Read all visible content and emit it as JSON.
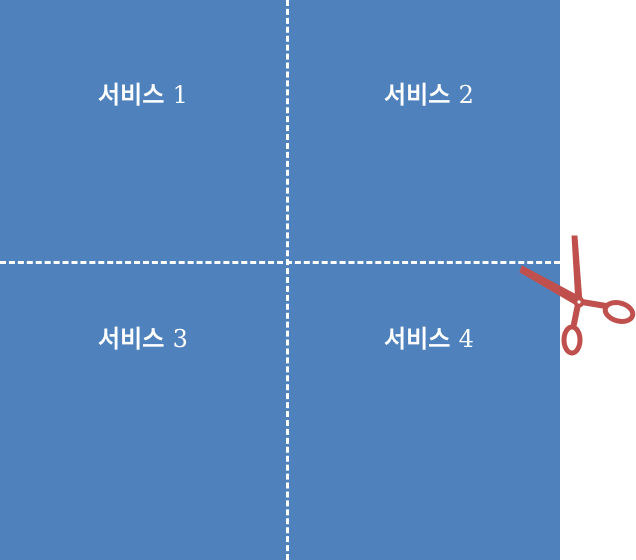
{
  "cells": [
    {
      "word": "서비스",
      "number": "1"
    },
    {
      "word": "서비스",
      "number": "2"
    },
    {
      "word": "서비스",
      "number": "3"
    },
    {
      "word": "서비스",
      "number": "4"
    }
  ],
  "colors": {
    "panel": "#4f81bd",
    "cut_line": "#ffffff",
    "text": "#ffffff",
    "scissors": "#c0504d"
  },
  "icons": {
    "scissors": "scissors-icon"
  }
}
